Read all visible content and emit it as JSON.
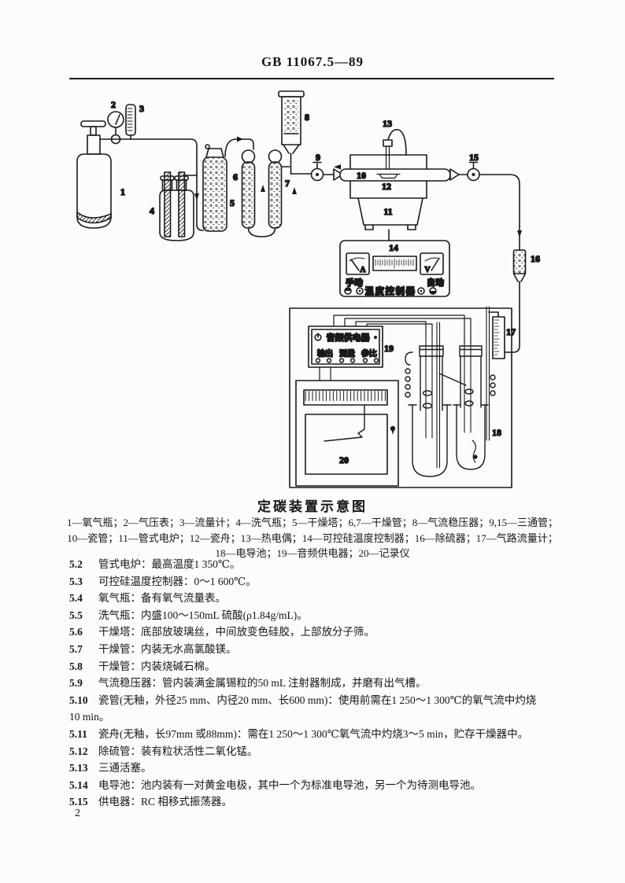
{
  "page": {
    "standard_code": "GB 11067.5—89",
    "page_number": "2"
  },
  "figure": {
    "caption": "定碳装置示意图",
    "legend": [
      "1—氧气瓶；2—气压表；3—流量计；4—洗气瓶；5—干燥塔；6,7—干燥管；8—气流稳压器；9,15—三通管；",
      "10—瓷管；11—管式电炉；12—瓷舟；13—热电偶；14—可控硅温度控制器；16—除硫器；17—气路流量计；",
      "18—电导池；19—音频供电器；20—记录仪"
    ],
    "labels": {
      "n1": "1",
      "n2": "2",
      "n3": "3",
      "n4": "4",
      "n5": "5",
      "n6": "6",
      "n7": "7",
      "n8": "8",
      "n9": "9",
      "n10": "10",
      "n11": "11",
      "n12": "12",
      "n13": "13",
      "n14": "14",
      "n15": "15",
      "n16": "16",
      "n17": "17",
      "n18": "18",
      "n19": "19",
      "n20": "20"
    },
    "controller_panel": {
      "meter_left": "A",
      "meter_right": "V",
      "manual": "手动",
      "auto": "自动",
      "title": "温度控制器"
    },
    "audio_panel": {
      "title": "音频供电器",
      "knob1": "输出",
      "knob2": "测量",
      "knob3": "参比"
    }
  },
  "items": [
    {
      "num": "5.2",
      "text": "管式电炉：最高温度1 350℃。"
    },
    {
      "num": "5.3",
      "text": "可控硅温度控制器：0～1 600℃。"
    },
    {
      "num": "5.4",
      "text": "氧气瓶：备有氧气流量表。"
    },
    {
      "num": "5.5",
      "text": "洗气瓶：内盛100～150mL 硫酸(ρ1.84g/mL)。"
    },
    {
      "num": "5.6",
      "text": "干燥塔：底部放玻璃丝，中间放变色硅胶，上部放分子筛。"
    },
    {
      "num": "5.7",
      "text": "干燥管：内装无水高氯酸镁。"
    },
    {
      "num": "5.8",
      "text": "干燥管：内装烧碱石棉。"
    },
    {
      "num": "5.9",
      "text": "气流稳压器：管内装满金属锡粒的50 mL 注射器制成，并磨有出气槽。"
    },
    {
      "num": "5.10",
      "text": "瓷管(无釉，外径25 mm、内径20 mm、长600 mm)：使用前需在1 250～1 300℃的氧气流中灼烧",
      "text2": "10 min。"
    },
    {
      "num": "5.11",
      "text": "瓷舟(无釉，长97mm 或88mm)：需在1 250～1 300℃氧气流中灼烧3～5 min，贮存干燥器中。"
    },
    {
      "num": "5.12",
      "text": "除硫管：装有粒状活性二氧化锰。"
    },
    {
      "num": "5.13",
      "text": "三通活塞。"
    },
    {
      "num": "5.14",
      "text": "电导池：池内装有一对黄金电极，其中一个为标准电导池，另一个为待测电导池。"
    },
    {
      "num": "5.15",
      "text": "供电器：RC 相移式振荡器。"
    }
  ]
}
